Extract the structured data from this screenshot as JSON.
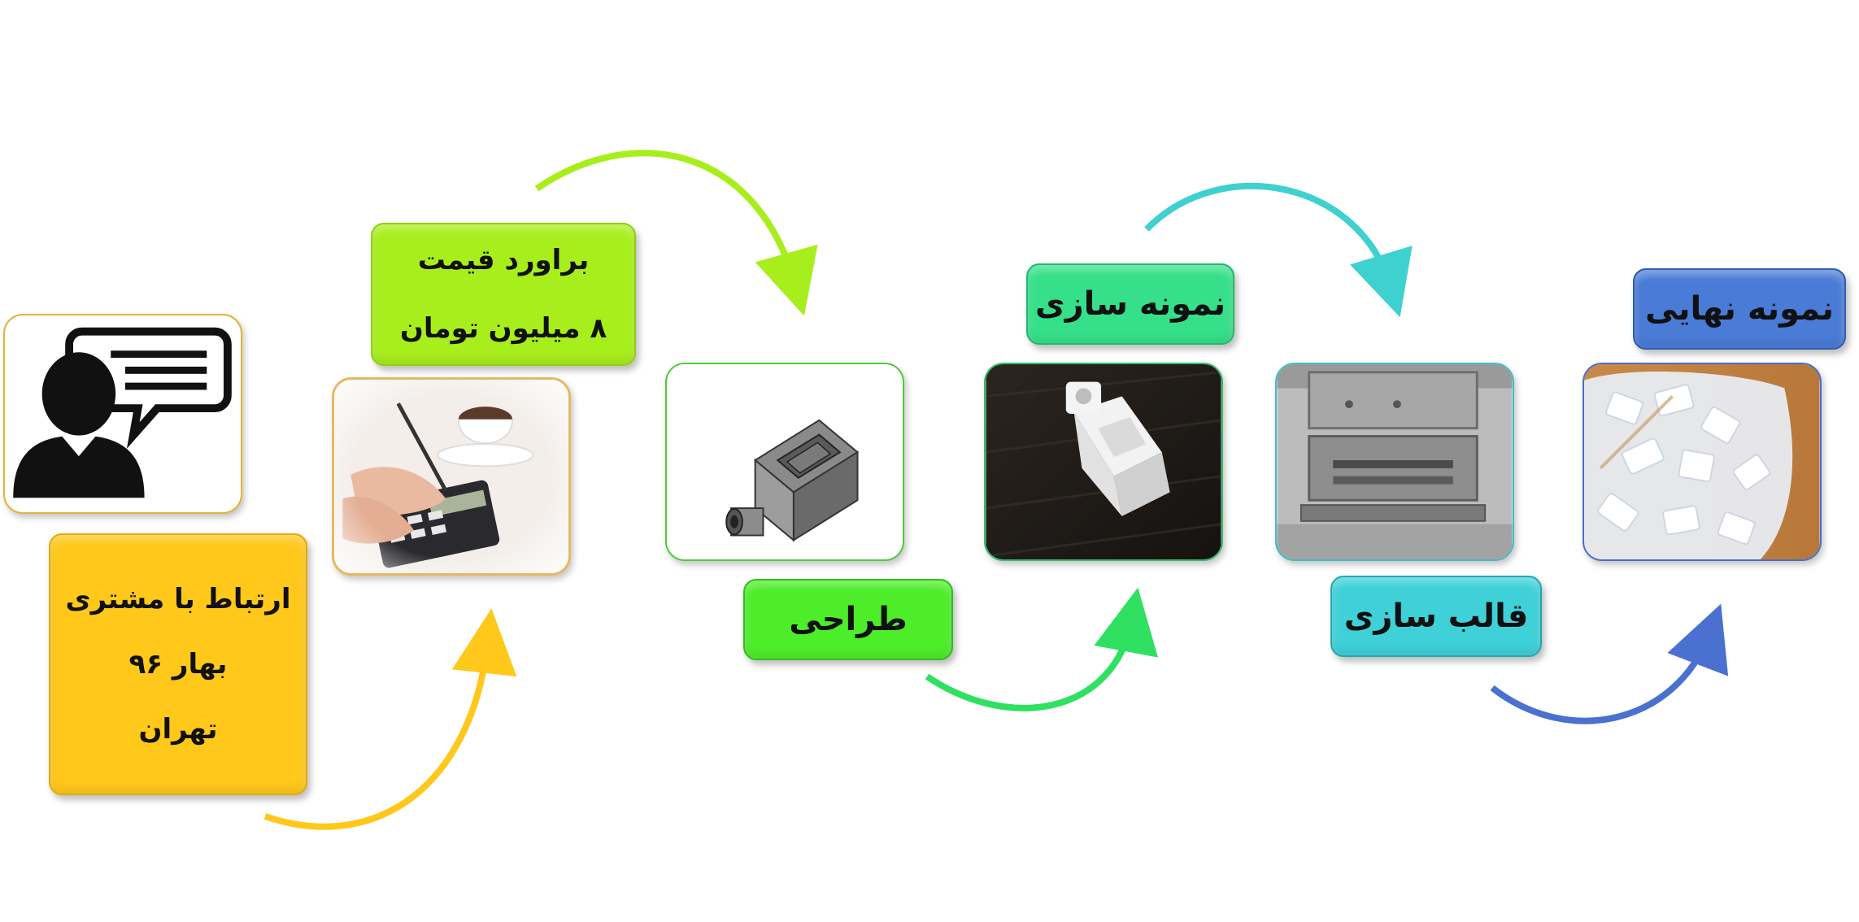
{
  "steps": {
    "contact": {
      "lines": [
        "ارتباط با مشتری",
        "بهار ۹۶",
        "تهران"
      ],
      "color": "#ffc81a"
    },
    "estimate": {
      "lines": [
        "براورد قیمت",
        "۸ میلیون تومان"
      ],
      "color": "#a8ee1c"
    },
    "design": {
      "label": "طراحی",
      "color": "#4ded2a"
    },
    "prototype": {
      "label": "نمونه سازی",
      "color": "#36e08a"
    },
    "mold": {
      "label": "قالب سازی",
      "color": "#3fd0d8"
    },
    "final": {
      "label": "نمونه نهایی",
      "color": "#4a7bd6"
    }
  },
  "icons": {
    "contact": "customer-chat-icon",
    "estimate": "calculator-photo",
    "design": "cad-part-drawing",
    "prototype": "prototype-part-photo",
    "mold": "mold-photo",
    "final": "final-parts-photo"
  }
}
